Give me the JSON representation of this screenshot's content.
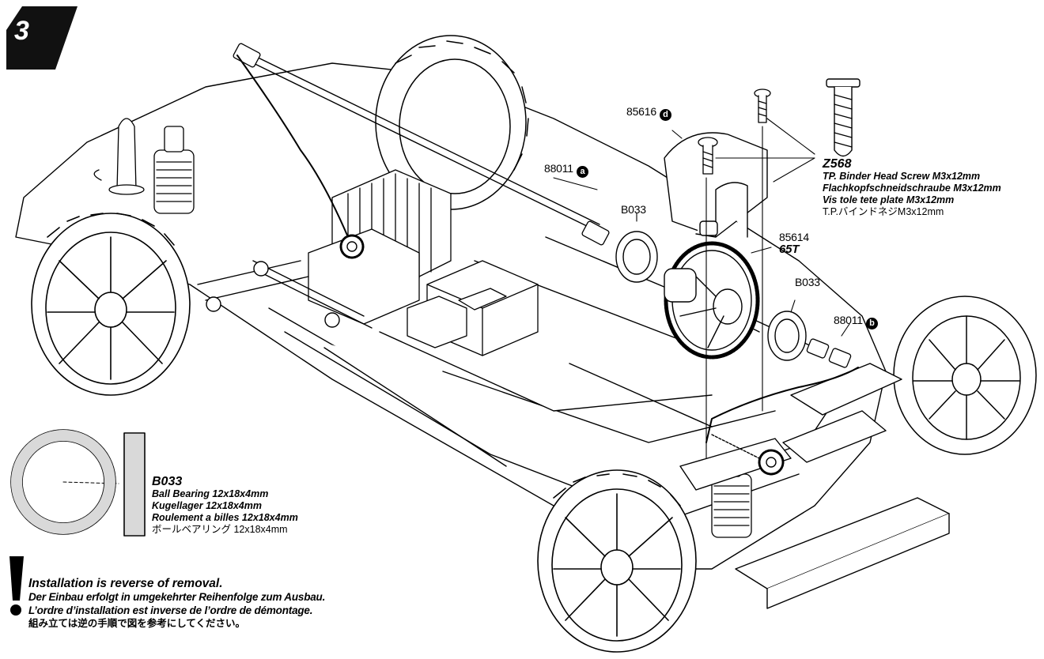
{
  "step": {
    "number": "3"
  },
  "parts": {
    "p85616": {
      "number": "85616",
      "marker": "d"
    },
    "p88011a": {
      "number": "88011",
      "marker": "a"
    },
    "p88011b": {
      "number": "88011",
      "marker": "b"
    },
    "pB033_top": {
      "number": "B033"
    },
    "pB033_mid": {
      "number": "B033"
    },
    "p85614": {
      "number": "85614",
      "teeth": "65T"
    }
  },
  "screw_legend": {
    "code": "Z568",
    "lines": [
      "TP. Binder Head Screw M3x12mm",
      "Flachkopfschneidschraube M3x12mm",
      "Vis tole tete plate M3x12mm",
      "T.P.バインドネジM3x12mm"
    ]
  },
  "bearing_legend": {
    "code": "B033",
    "lines": [
      "Ball Bearing 12x18x4mm",
      "Kugellager 12x18x4mm",
      "Roulement a billes 12x18x4mm",
      "ボールベアリング 12x18x4mm"
    ]
  },
  "install_note": {
    "lines": [
      "Installation is reverse of removal.",
      "Der Einbau erfolgt in umgekehrter Reihenfolge zum Ausbau.",
      "L’ordre d’installation est inverse de l’ordre de démontage.",
      "組み立ては逆の手順で図を参考にしてください。"
    ]
  }
}
